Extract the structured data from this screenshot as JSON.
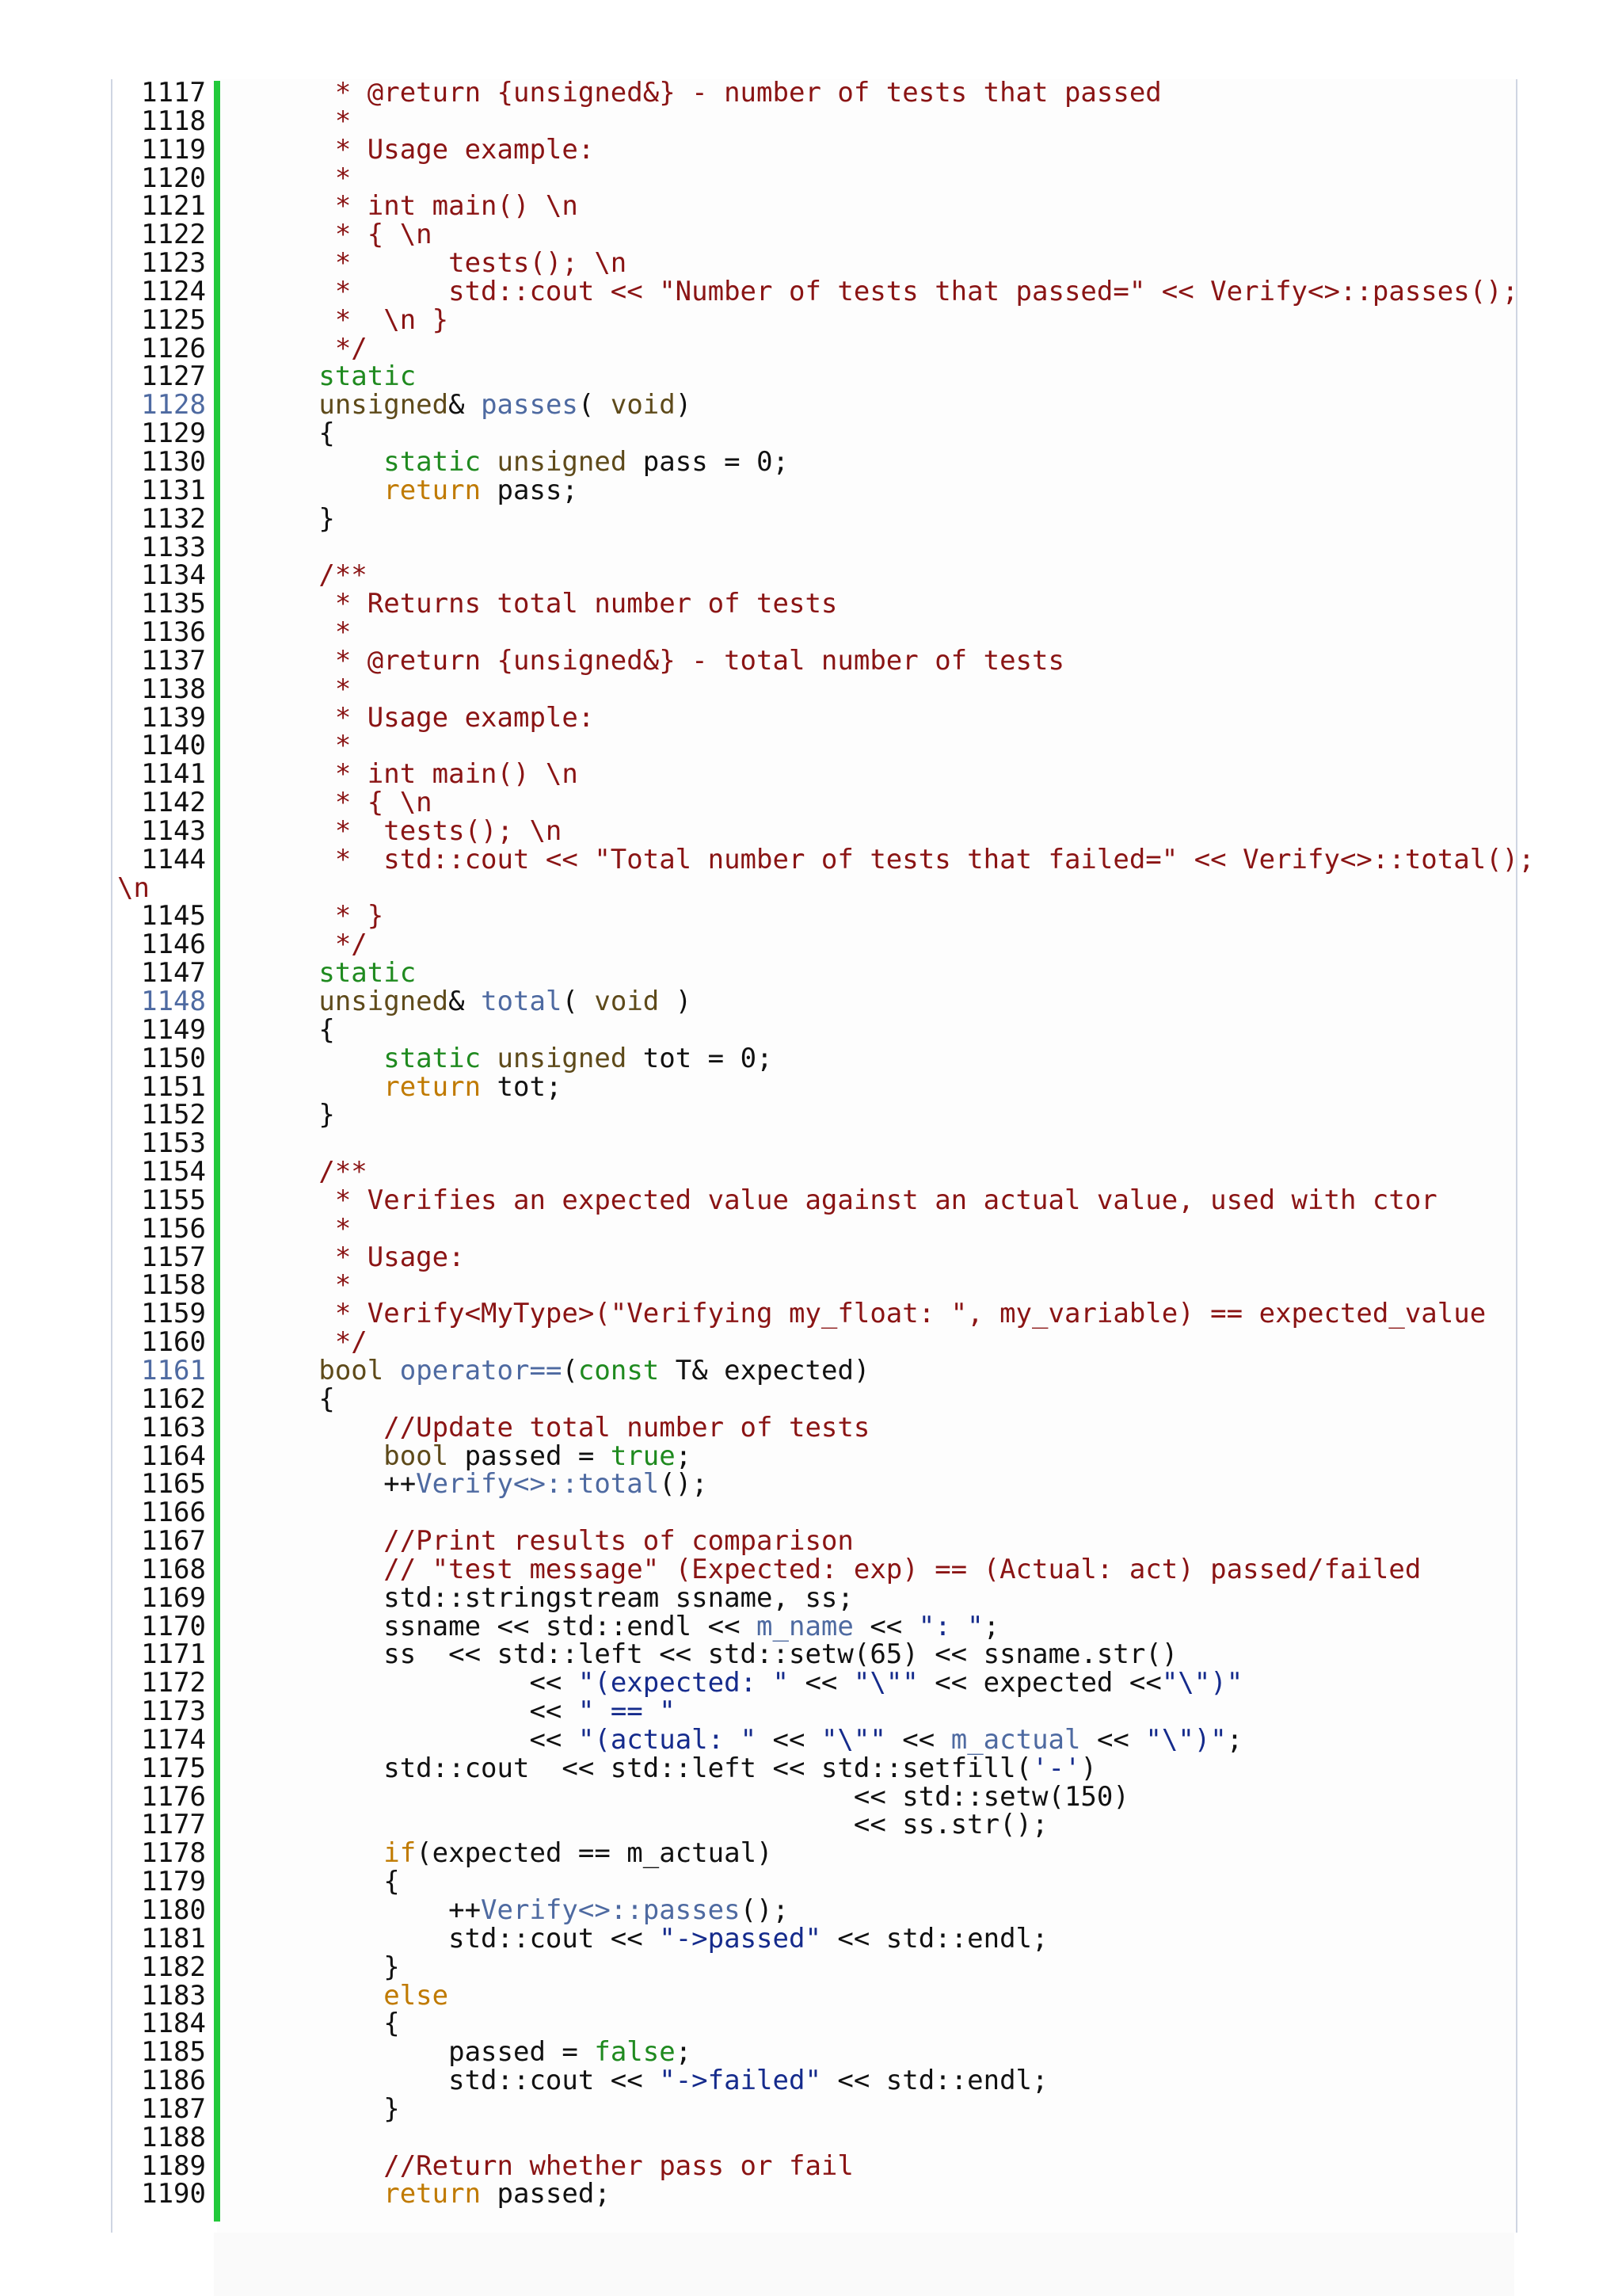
{
  "lines": [
    {
      "n": "1117",
      "segs": [
        [
          "c",
          "      * @return {unsigned&} - number of tests that passed"
        ]
      ]
    },
    {
      "n": "1118",
      "segs": [
        [
          "c",
          "      *"
        ]
      ]
    },
    {
      "n": "1119",
      "segs": [
        [
          "c",
          "      * Usage example:"
        ]
      ]
    },
    {
      "n": "1120",
      "segs": [
        [
          "c",
          "      *"
        ]
      ]
    },
    {
      "n": "1121",
      "segs": [
        [
          "c",
          "      * int main() \\n"
        ]
      ]
    },
    {
      "n": "1122",
      "segs": [
        [
          "c",
          "      * { \\n"
        ]
      ]
    },
    {
      "n": "1123",
      "segs": [
        [
          "c",
          "      *      tests(); \\n"
        ]
      ]
    },
    {
      "n": "1124",
      "segs": [
        [
          "c",
          "      *      std::cout << \"Number of tests that passed=\" << Verify<>::passes();"
        ]
      ]
    },
    {
      "n": "1125",
      "segs": [
        [
          "c",
          "      *  \\n }"
        ]
      ]
    },
    {
      "n": "1126",
      "segs": [
        [
          "c",
          "      */"
        ]
      ]
    },
    {
      "n": "1127",
      "segs": [
        [
          "",
          "     "
        ],
        [
          "k",
          "static"
        ]
      ]
    },
    {
      "n": "1128",
      "link": true,
      "segs": [
        [
          "",
          "     "
        ],
        [
          "t",
          "unsigned"
        ],
        [
          "",
          "& "
        ],
        [
          "f",
          "passes"
        ],
        [
          "",
          "( "
        ],
        [
          "t",
          "void"
        ],
        [
          "",
          ")"
        ]
      ]
    },
    {
      "n": "1129",
      "segs": [
        [
          "",
          "     {"
        ]
      ]
    },
    {
      "n": "1130",
      "segs": [
        [
          "",
          "         "
        ],
        [
          "k",
          "static"
        ],
        [
          "",
          " "
        ],
        [
          "t",
          "unsigned"
        ],
        [
          "",
          " pass = 0;"
        ]
      ]
    },
    {
      "n": "1131",
      "segs": [
        [
          "",
          "         "
        ],
        [
          "r",
          "return"
        ],
        [
          "",
          " pass;"
        ]
      ]
    },
    {
      "n": "1132",
      "segs": [
        [
          "",
          "     }"
        ]
      ]
    },
    {
      "n": "1133",
      "segs": [
        [
          "",
          ""
        ]
      ]
    },
    {
      "n": "1134",
      "segs": [
        [
          "c",
          "     /**"
        ]
      ]
    },
    {
      "n": "1135",
      "segs": [
        [
          "c",
          "      * Returns total number of tests"
        ]
      ]
    },
    {
      "n": "1136",
      "segs": [
        [
          "c",
          "      *"
        ]
      ]
    },
    {
      "n": "1137",
      "segs": [
        [
          "c",
          "      * @return {unsigned&} - total number of tests"
        ]
      ]
    },
    {
      "n": "1138",
      "segs": [
        [
          "c",
          "      *"
        ]
      ]
    },
    {
      "n": "1139",
      "segs": [
        [
          "c",
          "      * Usage example:"
        ]
      ]
    },
    {
      "n": "1140",
      "segs": [
        [
          "c",
          "      *"
        ]
      ]
    },
    {
      "n": "1141",
      "segs": [
        [
          "c",
          "      * int main() \\n"
        ]
      ]
    },
    {
      "n": "1142",
      "segs": [
        [
          "c",
          "      * { \\n"
        ]
      ]
    },
    {
      "n": "1143",
      "segs": [
        [
          "c",
          "      *  tests(); \\n"
        ]
      ]
    },
    {
      "n": "1144",
      "segs": [
        [
          "c",
          "      *  std::cout << \"Total number of tests that failed=\" << Verify<>::total();"
        ]
      ]
    },
    {
      "n": "",
      "wrap": true,
      "segs": [
        [
          "c",
          "\\n"
        ]
      ]
    },
    {
      "n": "1145",
      "segs": [
        [
          "c",
          "      * }"
        ]
      ]
    },
    {
      "n": "1146",
      "segs": [
        [
          "c",
          "      */"
        ]
      ]
    },
    {
      "n": "1147",
      "segs": [
        [
          "",
          "     "
        ],
        [
          "k",
          "static"
        ]
      ]
    },
    {
      "n": "1148",
      "link": true,
      "segs": [
        [
          "",
          "     "
        ],
        [
          "t",
          "unsigned"
        ],
        [
          "",
          "& "
        ],
        [
          "f",
          "total"
        ],
        [
          "",
          "( "
        ],
        [
          "t",
          "void"
        ],
        [
          "",
          " )"
        ]
      ]
    },
    {
      "n": "1149",
      "segs": [
        [
          "",
          "     {"
        ]
      ]
    },
    {
      "n": "1150",
      "segs": [
        [
          "",
          "         "
        ],
        [
          "k",
          "static"
        ],
        [
          "",
          " "
        ],
        [
          "t",
          "unsigned"
        ],
        [
          "",
          " tot = 0;"
        ]
      ]
    },
    {
      "n": "1151",
      "segs": [
        [
          "",
          "         "
        ],
        [
          "r",
          "return"
        ],
        [
          "",
          " tot;"
        ]
      ]
    },
    {
      "n": "1152",
      "segs": [
        [
          "",
          "     }"
        ]
      ]
    },
    {
      "n": "1153",
      "segs": [
        [
          "",
          ""
        ]
      ]
    },
    {
      "n": "1154",
      "segs": [
        [
          "c",
          "     /**"
        ]
      ]
    },
    {
      "n": "1155",
      "segs": [
        [
          "c",
          "      * Verifies an expected value against an actual value, used with ctor"
        ]
      ]
    },
    {
      "n": "1156",
      "segs": [
        [
          "c",
          "      *"
        ]
      ]
    },
    {
      "n": "1157",
      "segs": [
        [
          "c",
          "      * Usage:"
        ]
      ]
    },
    {
      "n": "1158",
      "segs": [
        [
          "c",
          "      *"
        ]
      ]
    },
    {
      "n": "1159",
      "segs": [
        [
          "c",
          "      * Verify<MyType>(\"Verifying my_float: \", my_variable) == expected_value"
        ]
      ]
    },
    {
      "n": "1160",
      "segs": [
        [
          "c",
          "      */"
        ]
      ]
    },
    {
      "n": "1161",
      "link": true,
      "segs": [
        [
          "",
          "     "
        ],
        [
          "t",
          "bool"
        ],
        [
          "",
          " "
        ],
        [
          "f",
          "operator=="
        ],
        [
          "",
          "("
        ],
        [
          "k",
          "const"
        ],
        [
          "",
          " T& expected)"
        ]
      ]
    },
    {
      "n": "1162",
      "segs": [
        [
          "",
          "     {"
        ]
      ]
    },
    {
      "n": "1163",
      "segs": [
        [
          "c",
          "         //Update total number of tests"
        ]
      ]
    },
    {
      "n": "1164",
      "segs": [
        [
          "",
          "         "
        ],
        [
          "t",
          "bool"
        ],
        [
          "",
          " passed = "
        ],
        [
          "k",
          "true"
        ],
        [
          "",
          ";"
        ]
      ]
    },
    {
      "n": "1165",
      "segs": [
        [
          "",
          "         ++"
        ],
        [
          "f",
          "Verify<>::total"
        ],
        [
          "",
          "();"
        ]
      ]
    },
    {
      "n": "1166",
      "segs": [
        [
          "",
          ""
        ]
      ]
    },
    {
      "n": "1167",
      "segs": [
        [
          "c",
          "         //Print results of comparison"
        ]
      ]
    },
    {
      "n": "1168",
      "segs": [
        [
          "c",
          "         // \"test message\" (Expected: exp) == (Actual: act) passed/failed"
        ]
      ]
    },
    {
      "n": "1169",
      "segs": [
        [
          "",
          "         std::stringstream ssname, ss;"
        ]
      ]
    },
    {
      "n": "1170",
      "segs": [
        [
          "",
          "         ssname << std::endl << "
        ],
        [
          "f",
          "m_name"
        ],
        [
          "",
          " << "
        ],
        [
          "s",
          "\": \""
        ],
        [
          "",
          ";"
        ]
      ]
    },
    {
      "n": "1171",
      "segs": [
        [
          "",
          "         ss  << std::left << std::setw(65) << ssname.str()"
        ]
      ]
    },
    {
      "n": "1172",
      "segs": [
        [
          "",
          "                  << "
        ],
        [
          "s",
          "\"(expected: \""
        ],
        [
          "",
          " << "
        ],
        [
          "s",
          "\"\\\"\""
        ],
        [
          "",
          " << expected <<"
        ],
        [
          "s",
          "\"\\\")\""
        ]
      ]
    },
    {
      "n": "1173",
      "segs": [
        [
          "",
          "                  << "
        ],
        [
          "s",
          "\" == \""
        ]
      ]
    },
    {
      "n": "1174",
      "segs": [
        [
          "",
          "                  << "
        ],
        [
          "s",
          "\"(actual: \""
        ],
        [
          "",
          " << "
        ],
        [
          "s",
          "\"\\\"\""
        ],
        [
          "",
          " << "
        ],
        [
          "f",
          "m_actual"
        ],
        [
          "",
          " << "
        ],
        [
          "s",
          "\"\\\")\""
        ],
        [
          "",
          ";"
        ]
      ]
    },
    {
      "n": "1175",
      "segs": [
        [
          "",
          "         std::cout  << std::left << std::setfill("
        ],
        [
          "s",
          "'-'"
        ],
        [
          "",
          ")"
        ]
      ]
    },
    {
      "n": "1176",
      "segs": [
        [
          "",
          "                                      << std::setw(150)"
        ]
      ]
    },
    {
      "n": "1177",
      "segs": [
        [
          "",
          "                                      << ss.str();"
        ]
      ]
    },
    {
      "n": "1178",
      "segs": [
        [
          "",
          "         "
        ],
        [
          "r",
          "if"
        ],
        [
          "",
          "(expected == m_actual)"
        ]
      ]
    },
    {
      "n": "1179",
      "segs": [
        [
          "",
          "         {"
        ]
      ]
    },
    {
      "n": "1180",
      "segs": [
        [
          "",
          "             ++"
        ],
        [
          "f",
          "Verify<>::passes"
        ],
        [
          "",
          "();"
        ]
      ]
    },
    {
      "n": "1181",
      "segs": [
        [
          "",
          "             std::cout << "
        ],
        [
          "s",
          "\"->passed\""
        ],
        [
          "",
          " << std::endl;"
        ]
      ]
    },
    {
      "n": "1182",
      "segs": [
        [
          "",
          "         }"
        ]
      ]
    },
    {
      "n": "1183",
      "segs": [
        [
          "",
          "         "
        ],
        [
          "r",
          "else"
        ]
      ]
    },
    {
      "n": "1184",
      "segs": [
        [
          "",
          "         {"
        ]
      ]
    },
    {
      "n": "1185",
      "segs": [
        [
          "",
          "             passed = "
        ],
        [
          "k",
          "false"
        ],
        [
          "",
          ";"
        ]
      ]
    },
    {
      "n": "1186",
      "segs": [
        [
          "",
          "             std::cout << "
        ],
        [
          "s",
          "\"->failed\""
        ],
        [
          "",
          " << std::endl;"
        ]
      ]
    },
    {
      "n": "1187",
      "segs": [
        [
          "",
          "         }"
        ]
      ]
    },
    {
      "n": "1188",
      "segs": [
        [
          "",
          ""
        ]
      ]
    },
    {
      "n": "1189",
      "segs": [
        [
          "c",
          "         //Return whether pass or fail"
        ]
      ]
    },
    {
      "n": "1190",
      "segs": [
        [
          "",
          "         "
        ],
        [
          "r",
          "return"
        ],
        [
          "",
          " passed;"
        ]
      ]
    }
  ]
}
